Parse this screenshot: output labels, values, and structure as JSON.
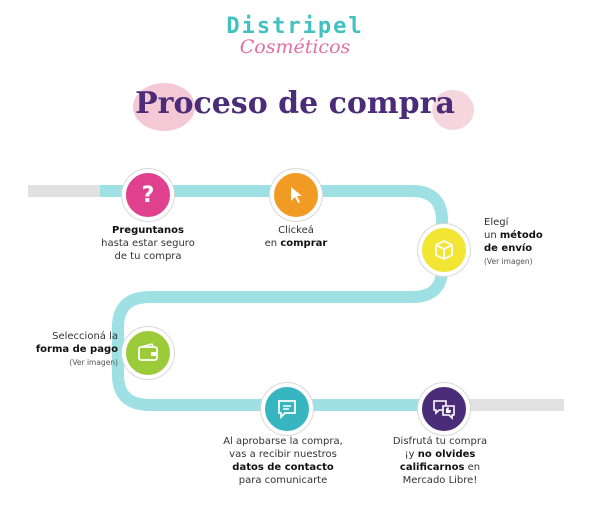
{
  "brand": {
    "name": "Distripel",
    "sub": "Cosméticos"
  },
  "title": "Proceso de compra",
  "steps": [
    {
      "color": "#e0418f",
      "icon": "question-mark",
      "line1_bold": "Preguntanos",
      "line2": "hasta estar seguro",
      "line3": "de tu compra"
    },
    {
      "color": "#f29b24",
      "icon": "cursor-pointer",
      "line1": "Clickeá",
      "line2_pre": "en ",
      "line2_bold": "comprar"
    },
    {
      "color": "#f2e534",
      "icon": "package-box",
      "line1": "Elegí",
      "line2_pre": "un ",
      "line2_bold": "método",
      "line3_bold": "de envío",
      "note": "(Ver imagen)"
    },
    {
      "color": "#9ccb3a",
      "icon": "wallet",
      "line1": "Seleccioná la",
      "line2_bold": "forma de pago",
      "note": "(Ver imagen)"
    },
    {
      "color": "#37b6c2",
      "icon": "chat-message",
      "line1": "Al aprobarse la compra,",
      "line2": "vas a recibir nuestros",
      "line3_bold": "datos de contacto",
      "line4": "para comunicarte"
    },
    {
      "color": "#4a2c79",
      "icon": "chat-thumbs-up",
      "line1": "Disfrutá tu compra",
      "line2_pre": "¡y ",
      "line2_bold": "no olvides",
      "line3_bold": "calificarnos",
      "line3_post": " en",
      "line4": "Mercado Libre!"
    }
  ],
  "colors": {
    "road": "#9ee0e3",
    "road_gray": "#e1e1e1",
    "title": "#4b2c78"
  }
}
